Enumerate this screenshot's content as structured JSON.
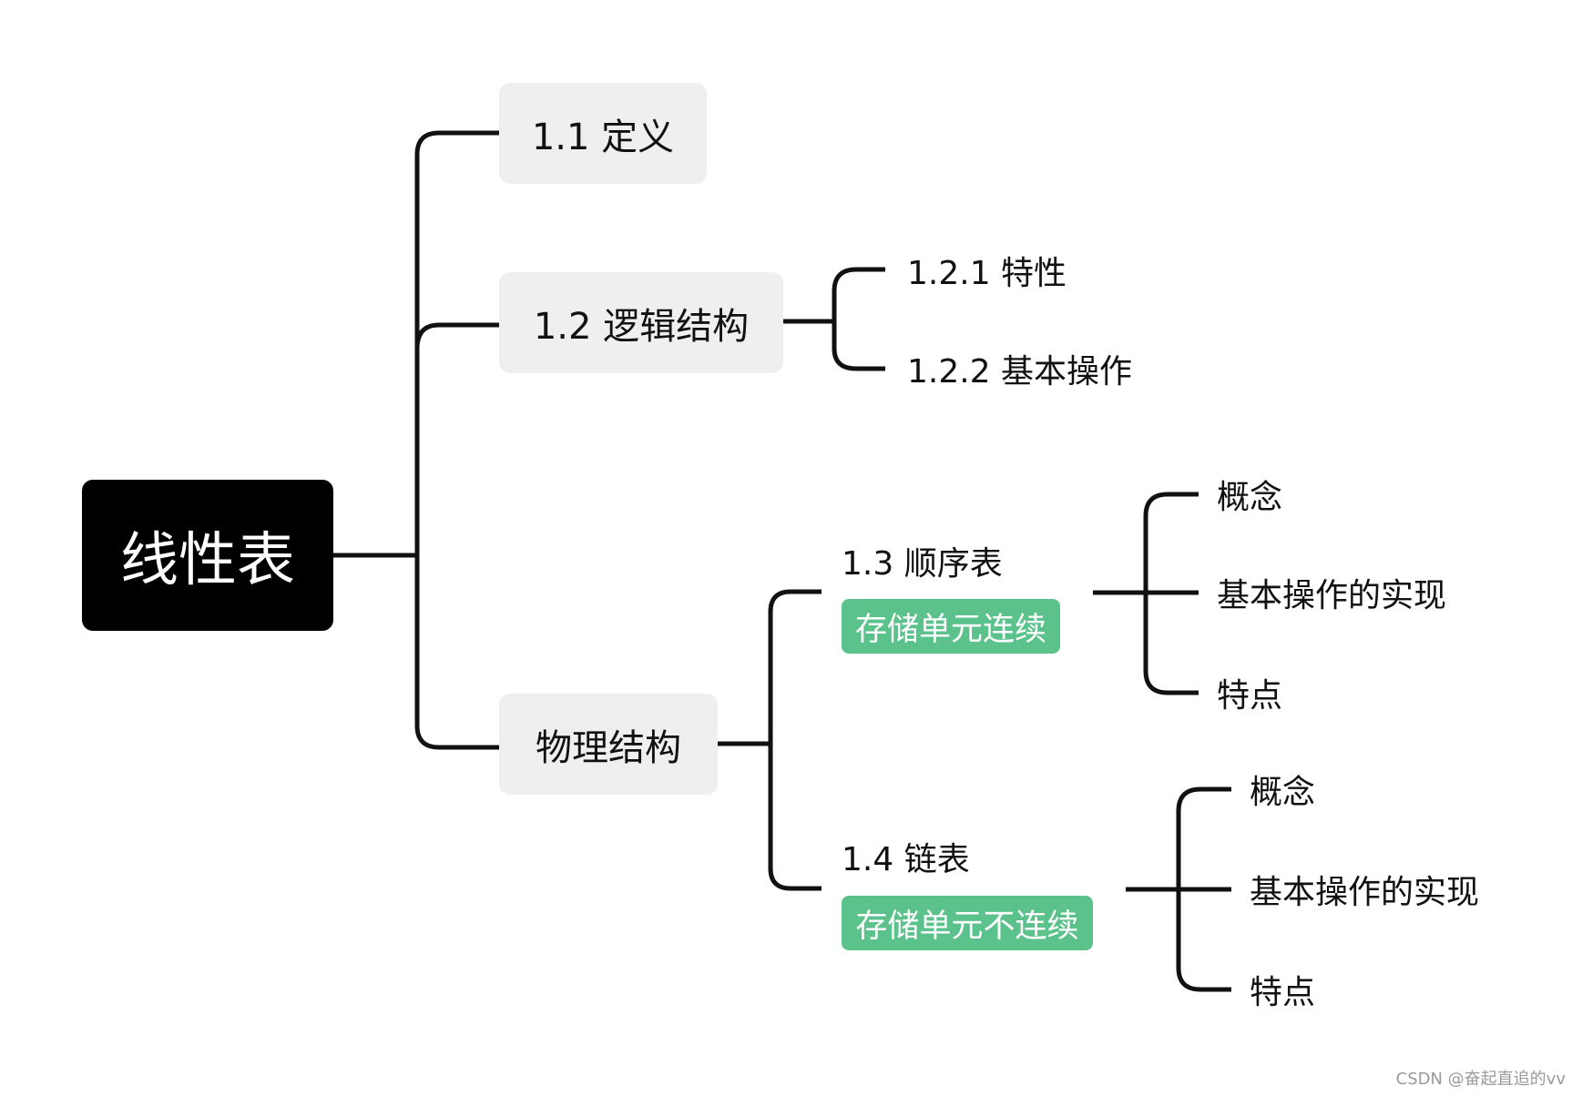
{
  "root": {
    "label": "线性表"
  },
  "n1_1": "1.1 定义",
  "n1_2": "1.2 逻辑结构",
  "n1_2_1": "1.2.1 特性",
  "n1_2_2": "1.2.2 基本操作",
  "physical": "物理结构",
  "seq": {
    "title": "1.3 顺序表",
    "tag": "存储单元连续",
    "children": [
      "概念",
      "基本操作的实现",
      "特点"
    ]
  },
  "linked": {
    "title": "1.4 链表",
    "tag": "存储单元不连续",
    "children": [
      "概念",
      "基本操作的实现",
      "特点"
    ]
  },
  "watermark": "CSDN @奋起直追的vv",
  "colors": {
    "root_bg": "#000000",
    "box_bg": "#efefef",
    "tag_bg": "#5bc28c",
    "line": "#111111"
  }
}
